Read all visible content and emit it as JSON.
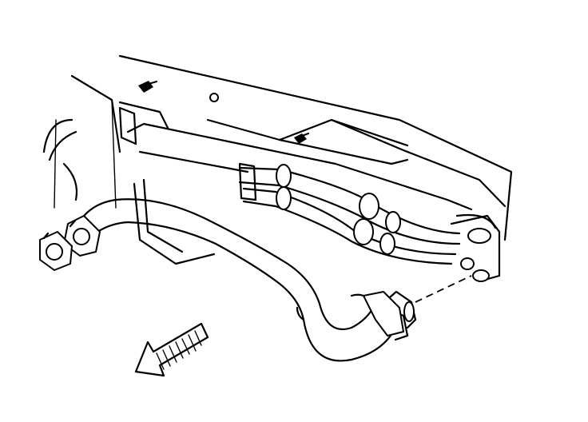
{
  "diagram": {
    "components": [
      "vehicle-body-panel",
      "heater-hose-upper",
      "heater-hose-lower",
      "hose-clamp",
      "quick-connect-fitting",
      "heater-core-pipes",
      "bolt",
      "direction-arrow"
    ],
    "colors": {
      "line": "#000000",
      "background": "#ffffff"
    }
  }
}
